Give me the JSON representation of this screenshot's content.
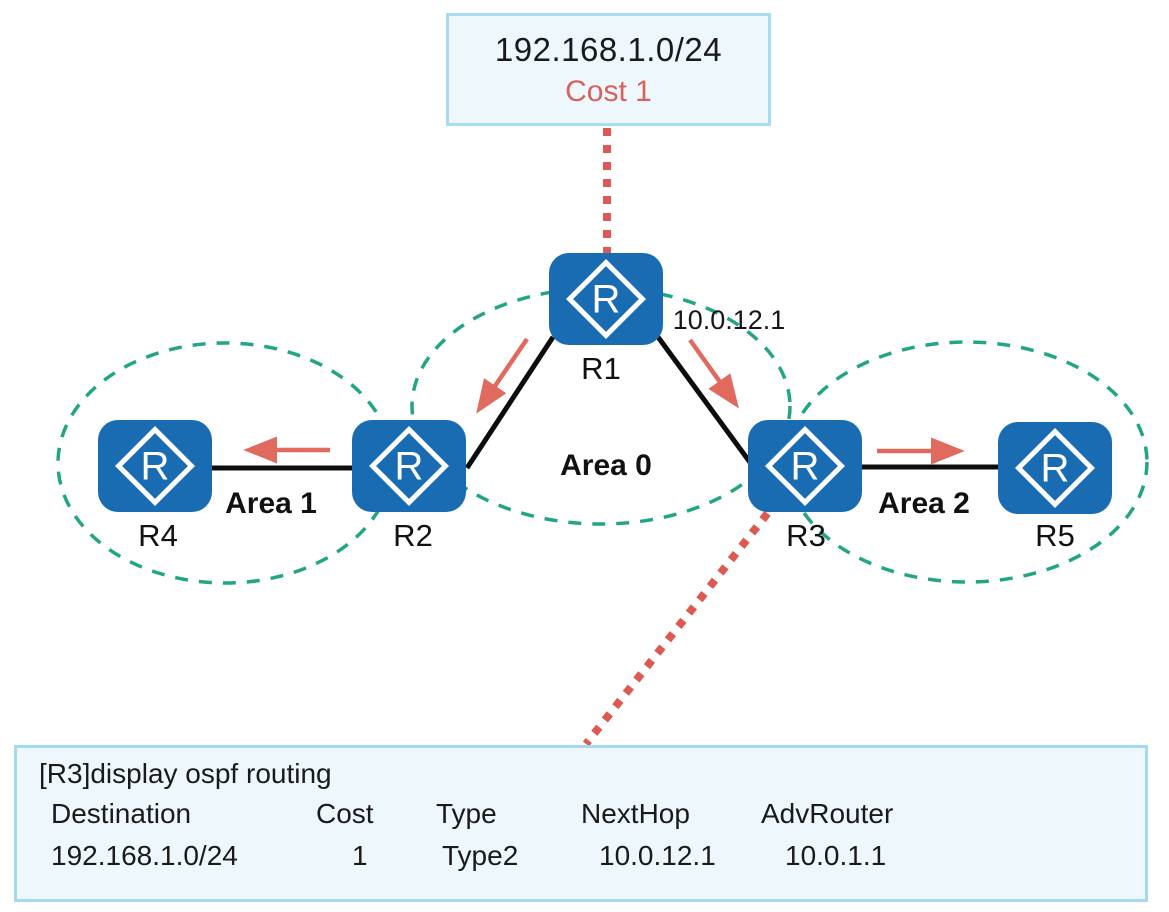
{
  "icon_letter": "R",
  "callout": {
    "network": "192.168.1.0/24",
    "cost": "Cost 1"
  },
  "routers": [
    {
      "id": "R1"
    },
    {
      "id": "R2"
    },
    {
      "id": "R3"
    },
    {
      "id": "R4"
    },
    {
      "id": "R5"
    }
  ],
  "areas": [
    {
      "label": "Area 0"
    },
    {
      "label": "Area 1"
    },
    {
      "label": "Area 2"
    }
  ],
  "link_label": "10.0.12.1",
  "console": {
    "command": "[R3]display ospf routing",
    "columns": [
      "Destination",
      "Cost",
      "Type",
      "NextHop",
      "AdvRouter"
    ],
    "rows": [
      [
        "192.168.1.0/24",
        "1",
        "Type2",
        "10.0.12.1",
        "10.0.1.1"
      ]
    ]
  },
  "colors": {
    "router_blue": "#1a6cb2",
    "area_dash_teal": "#21a584",
    "arrow_salmon": "#e16a5f",
    "dotted_red": "#dd5a52",
    "link_black": "#0d0d0d",
    "box_background": "#eef8fc",
    "box_border": "#a5d9ee",
    "cost_red": "#d9605c"
  }
}
